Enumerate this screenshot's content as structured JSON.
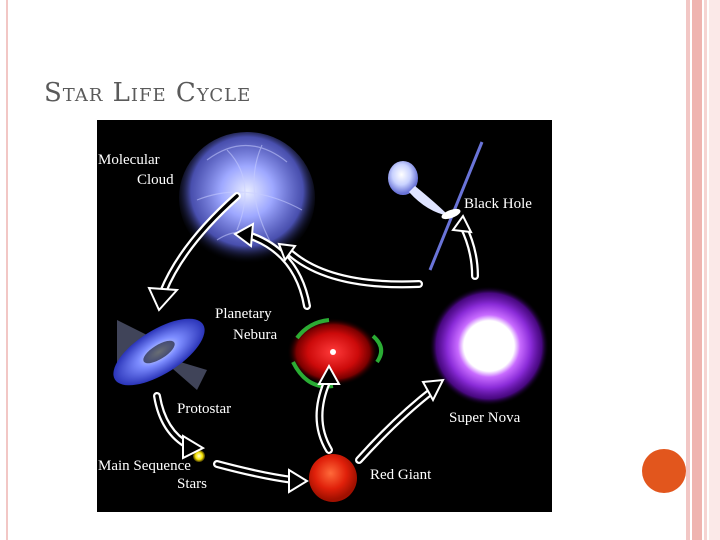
{
  "slide": {
    "title": "Star Life Cycle"
  },
  "diagram": {
    "labels": {
      "molecular_cloud": [
        "Molecular",
        "Cloud"
      ],
      "black_hole": "Black Hole",
      "planetary_nebula": [
        "Planetary",
        "Nebura"
      ],
      "protostar": "Protostar",
      "super_nova": "Super Nova",
      "main_sequence": [
        "Main Sequence",
        "Stars"
      ],
      "red_giant": "Red Giant"
    }
  },
  "colors": {
    "accent_circle": "#e2561d",
    "rail_pink": "#efb4b0",
    "title_gray": "#5a5a5a"
  }
}
